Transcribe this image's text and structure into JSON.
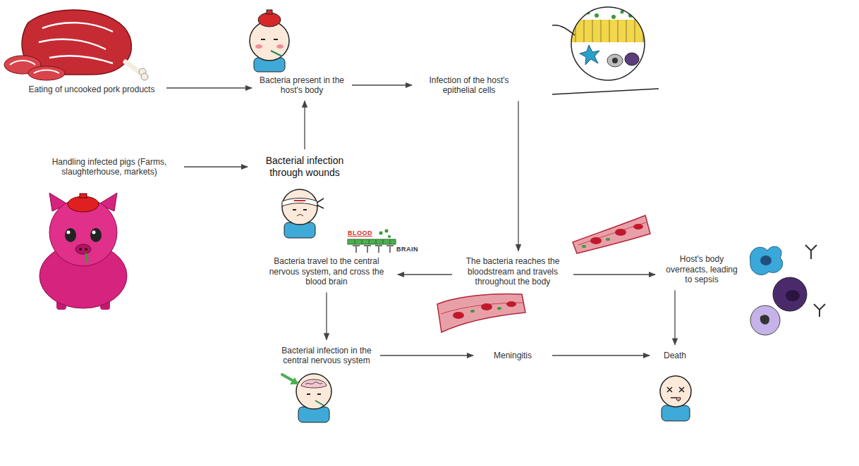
{
  "diagram": {
    "nodes": [
      {
        "text": [
          "Eating of uncooked pork products"
        ]
      },
      {
        "text": [
          "Bacteria present in the host's body"
        ]
      },
      {
        "text": [
          "Infection of the host's epithelial cells"
        ]
      },
      {
        "text": [
          "Handling infected pigs (Farms, slaughterhouse, markets)"
        ]
      },
      {
        "text": [
          "Bacterial infection through wounds"
        ]
      },
      {
        "text": [
          "Bacteria travel to the central nervous system, and cross the blood brain"
        ]
      },
      {
        "text": [
          "The bacteria reaches the bloodstream and travels throughout the body"
        ]
      },
      {
        "text": [
          "Host's body overreacts, leading to sepsis"
        ]
      },
      {
        "text": [
          "Bacterial infection in the central nervous system"
        ]
      },
      {
        "text": [
          "Meningitis"
        ]
      },
      {
        "text": [
          "Death"
        ]
      }
    ],
    "edges": [
      {
        "from": 0,
        "to": 1,
        "arrow": "to"
      },
      {
        "from": 1,
        "to": 2,
        "arrow": "to"
      },
      {
        "from": 3,
        "to": 4,
        "arrow": "to"
      },
      {
        "from": 4,
        "to": 1,
        "arrow": "to"
      },
      {
        "from": 2,
        "to": 6,
        "arrow": "to"
      },
      {
        "from": 6,
        "to": 5,
        "arrow": "to"
      },
      {
        "from": 6,
        "to": 7,
        "arrow": "to"
      },
      {
        "from": 5,
        "to": 8,
        "arrow": "to"
      },
      {
        "from": 8,
        "to": 9,
        "arrow": "to"
      },
      {
        "from": 9,
        "to": 10,
        "arrow": "to"
      },
      {
        "from": 7,
        "to": 10,
        "arrow": "to"
      }
    ],
    "labels": [
      "BLOOD",
      "BRAIN"
    ]
  }
}
